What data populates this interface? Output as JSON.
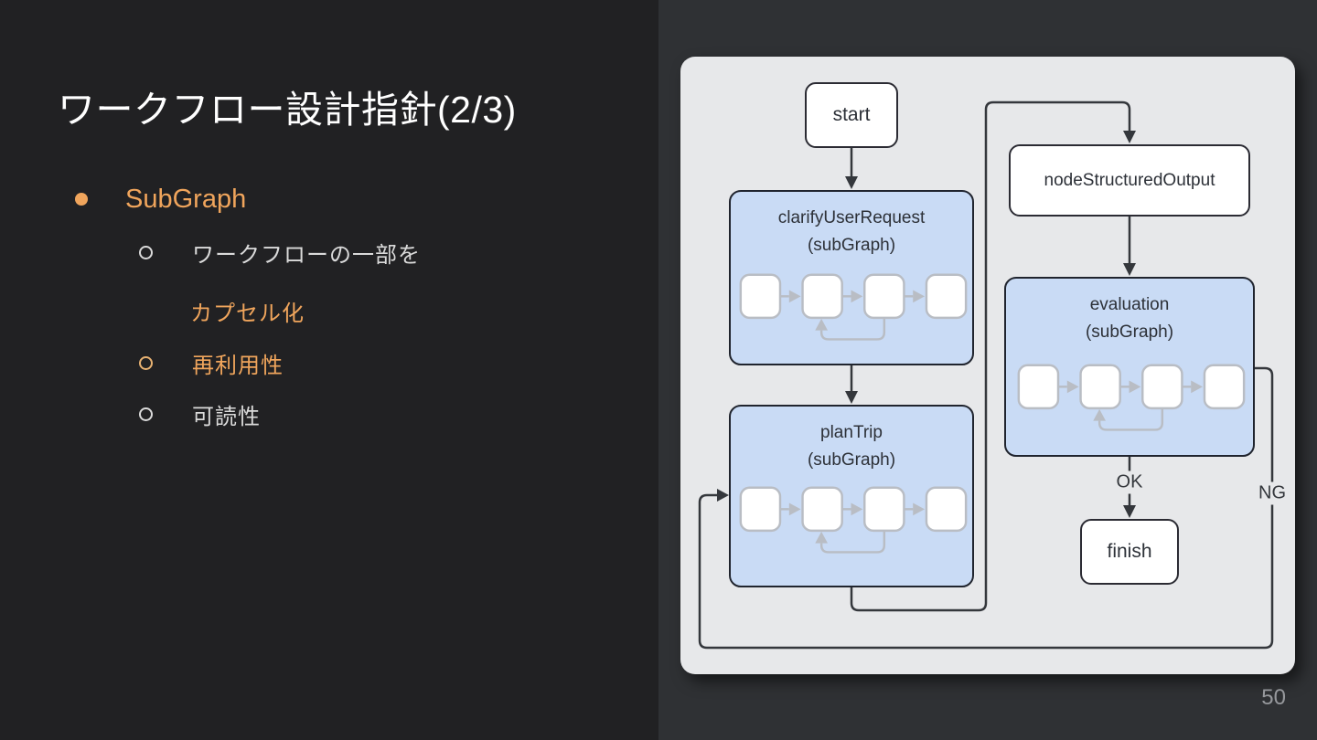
{
  "slide": {
    "title": "ワークフロー設計指針(2/3)",
    "page_number": "50",
    "bullets": {
      "l1": "SubGraph",
      "item1_plain": "ワークフローの一部を",
      "item1_accent": "カプセル化",
      "item2": "再利用性",
      "item3": "可読性"
    }
  },
  "diagram": {
    "nodes": {
      "start": {
        "label": "start"
      },
      "clarify": {
        "label": "clarifyUserRequest",
        "sublabel": "(subGraph)"
      },
      "plan_trip": {
        "label": "planTrip",
        "sublabel": "(subGraph)"
      },
      "structured_output": {
        "label": "nodeStructuredOutput"
      },
      "evaluation": {
        "label": "evaluation",
        "sublabel": "(subGraph)"
      },
      "finish": {
        "label": "finish"
      }
    },
    "edge_labels": {
      "ok": "OK",
      "ng": "NG"
    }
  },
  "colors": {
    "accent_orange": "#F0A55C",
    "subgraph_fill": "#C9DBF5",
    "panel_bg": "#E7E8EA",
    "left_bg": "#212123",
    "right_bg": "#2F3134",
    "edge_dark": "#34373C",
    "inner_box_gray": "#B9BDC4",
    "text_light": "#DADADA"
  }
}
